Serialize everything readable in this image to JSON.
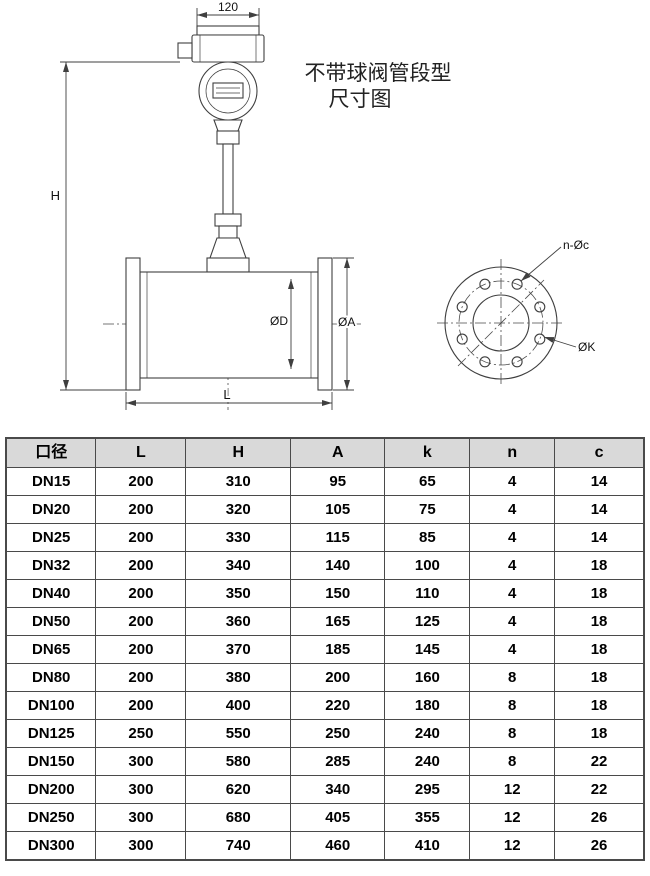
{
  "diagram": {
    "title_line1": "不带球阀管段型",
    "title_line2": "尺寸图",
    "dims": {
      "top_width": "120",
      "height": "H",
      "inner_diameter": "ØD",
      "flange_outer": "ØA",
      "length": "L",
      "bolt_holes": "n-Øc",
      "bolt_circle": "ØK"
    }
  },
  "table": {
    "headers": [
      "口径",
      "L",
      "H",
      "A",
      "k",
      "n",
      "c"
    ],
    "rows": [
      [
        "DN15",
        "200",
        "310",
        "95",
        "65",
        "4",
        "14"
      ],
      [
        "DN20",
        "200",
        "320",
        "105",
        "75",
        "4",
        "14"
      ],
      [
        "DN25",
        "200",
        "330",
        "115",
        "85",
        "4",
        "14"
      ],
      [
        "DN32",
        "200",
        "340",
        "140",
        "100",
        "4",
        "18"
      ],
      [
        "DN40",
        "200",
        "350",
        "150",
        "110",
        "4",
        "18"
      ],
      [
        "DN50",
        "200",
        "360",
        "165",
        "125",
        "4",
        "18"
      ],
      [
        "DN65",
        "200",
        "370",
        "185",
        "145",
        "4",
        "18"
      ],
      [
        "DN80",
        "200",
        "380",
        "200",
        "160",
        "8",
        "18"
      ],
      [
        "DN100",
        "200",
        "400",
        "220",
        "180",
        "8",
        "18"
      ],
      [
        "DN125",
        "250",
        "550",
        "250",
        "240",
        "8",
        "18"
      ],
      [
        "DN150",
        "300",
        "580",
        "285",
        "240",
        "8",
        "22"
      ],
      [
        "DN200",
        "300",
        "620",
        "340",
        "295",
        "12",
        "22"
      ],
      [
        "DN250",
        "300",
        "680",
        "405",
        "355",
        "12",
        "26"
      ],
      [
        "DN300",
        "300",
        "740",
        "460",
        "410",
        "12",
        "26"
      ]
    ]
  }
}
